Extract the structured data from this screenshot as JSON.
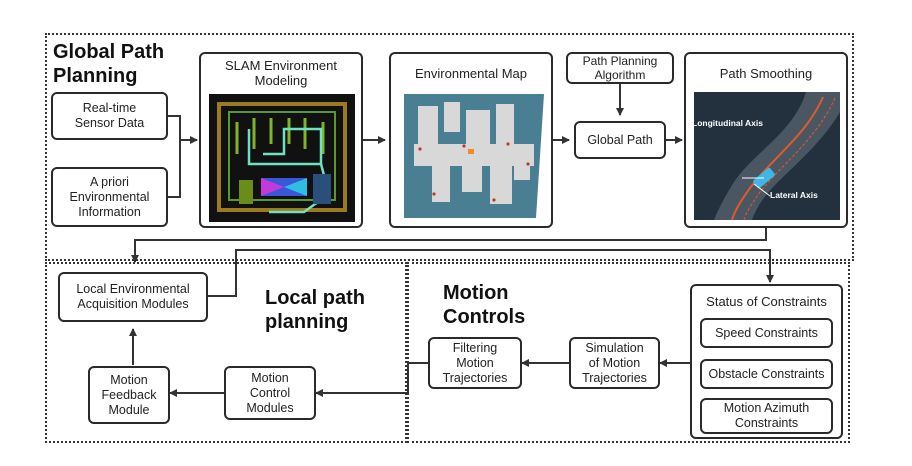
{
  "global": {
    "title_line1": "Global Path",
    "title_line2": "Planning",
    "realtime_sensor": "Real-time\nSensor Data",
    "apriori": "A priori\nEnvironmental\nInformation",
    "slam_title": "SLAM Environment\nModeling",
    "env_map_title": "Environmental Map",
    "path_planning_algo": "Path Planning\nAlgorithm",
    "global_path": "Global Path",
    "smoothing_title": "Path Smoothing",
    "longitudinal_axis": "Longitudinal Axis",
    "lateral_axis": "Lateral Axis"
  },
  "local": {
    "title_line1": "Local path",
    "title_line2": "planning",
    "acquisition": "Local Environmental\nAcquisition Modules",
    "feedback": "Motion\nFeedback\nModule",
    "control_modules": "Motion\nControl\nModules"
  },
  "motion": {
    "title_line1": "Motion",
    "title_line2": "Controls",
    "filtering": "Filtering\nMotion\nTrajectories",
    "simulation": "Simulation\nof Motion\nTrajectories",
    "constraints_title": "Status of Constraints",
    "speed": "Speed Constraints",
    "obstacle": "Obstacle Constraints",
    "azimuth": "Motion Azimuth\nConstraints"
  },
  "colors": {
    "line": "#333333",
    "map_bg": "#4a7f93",
    "road": "#2b3a4a",
    "trajectory": "#e05a2b",
    "car": "#3fb7e6"
  }
}
